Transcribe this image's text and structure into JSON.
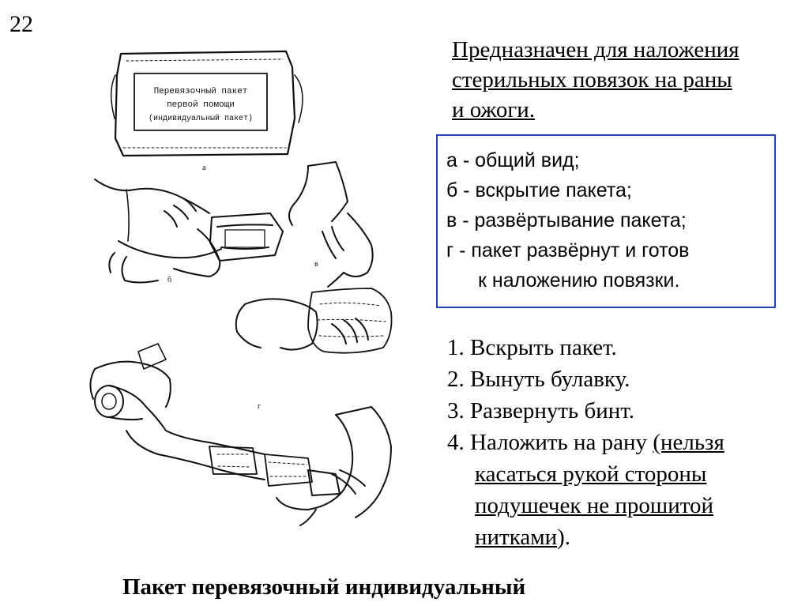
{
  "slide_number": "22",
  "purpose_text": {
    "line1": "Предназначен для наложения",
    "line2": "стерильных повязок на раны",
    "line3": "и ожоги."
  },
  "legend": {
    "a": "а - общий вид;",
    "b": "б - вскрытие пакета;",
    "v": "в - развёртывание пакета;",
    "g1": "г - пакет развёрнут и готов",
    "g2": "к наложению повязки."
  },
  "steps": {
    "s1": "1. Вскрыть пакет.",
    "s2": "2. Вынуть булавку.",
    "s3": "3. Развернуть бинт.",
    "s4_prefix": "4. Наложить на рану ",
    "s4_u1": "(нельзя",
    "s4_u2": "касаться рукой стороны",
    "s4_u3": "подушечек не прошитой",
    "s4_u4": "нитками",
    "s4_end": ")."
  },
  "illustration": {
    "package_label": {
      "line1": "Перевязочный пакет",
      "line2": "первой помощи",
      "line3": "(индивидуальный пакет)"
    },
    "fig_labels": {
      "a": "а",
      "b": "б",
      "v": "в",
      "g": "г"
    }
  },
  "caption": "Пакет перевязочный индивидуальный"
}
